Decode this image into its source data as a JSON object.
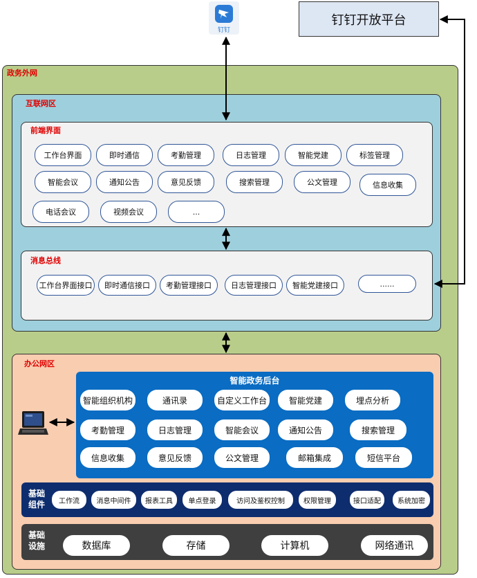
{
  "dingtalk_app": {
    "logo_label": "钉钉"
  },
  "open_platform": {
    "title": "钉钉开放平台"
  },
  "zones": {
    "external": "政务外网",
    "internet": "互联网区",
    "office": "办公网区"
  },
  "frontend": {
    "title": "前端界面",
    "items": [
      "工作台界面",
      "即时通信",
      "考勤管理",
      "日志管理",
      "智能党建",
      "标签管理",
      "智能会议",
      "通知公告",
      "意见反馈",
      "搜索管理",
      "公文管理",
      "信息收集",
      "电话会议",
      "视频会议",
      "..."
    ]
  },
  "bus": {
    "title": "消息总线",
    "items": [
      "工作台界面接口",
      "即时通信接口",
      "考勤管理接口",
      "日志管理接口",
      "智能党建接口",
      "......"
    ]
  },
  "backend": {
    "title": "智能政务后台",
    "items": [
      "智能组织机构",
      "通讯录",
      "自定义工作台",
      "智能党建",
      "埋点分析",
      "考勤管理",
      "日志管理",
      "智能会议",
      "通知公告",
      "搜索管理",
      "信息收集",
      "意见反馈",
      "公文管理",
      "邮箱集成",
      "短信平台"
    ]
  },
  "components": {
    "title_line1": "基础",
    "title_line2": "组件",
    "items": [
      "工作流",
      "消息中间件",
      "报表工具",
      "单点登录",
      "访问及鉴权控制",
      "权限管理",
      "接口适配",
      "系统加密"
    ]
  },
  "infra": {
    "title_line1": "基础",
    "title_line2": "设施",
    "items": [
      "数据库",
      "存储",
      "计算机",
      "网络通讯"
    ]
  },
  "colors": {
    "external_bg": "#b9cd8a",
    "internet_bg": "#9ecfdc",
    "panel_bg": "#f2f2f2",
    "office_bg": "#f9cdb0",
    "backend_bg": "#0a6cc2",
    "components_bg": "#0e2d6e",
    "infra_bg": "#3f3f3f",
    "label_red": "#e00000"
  }
}
